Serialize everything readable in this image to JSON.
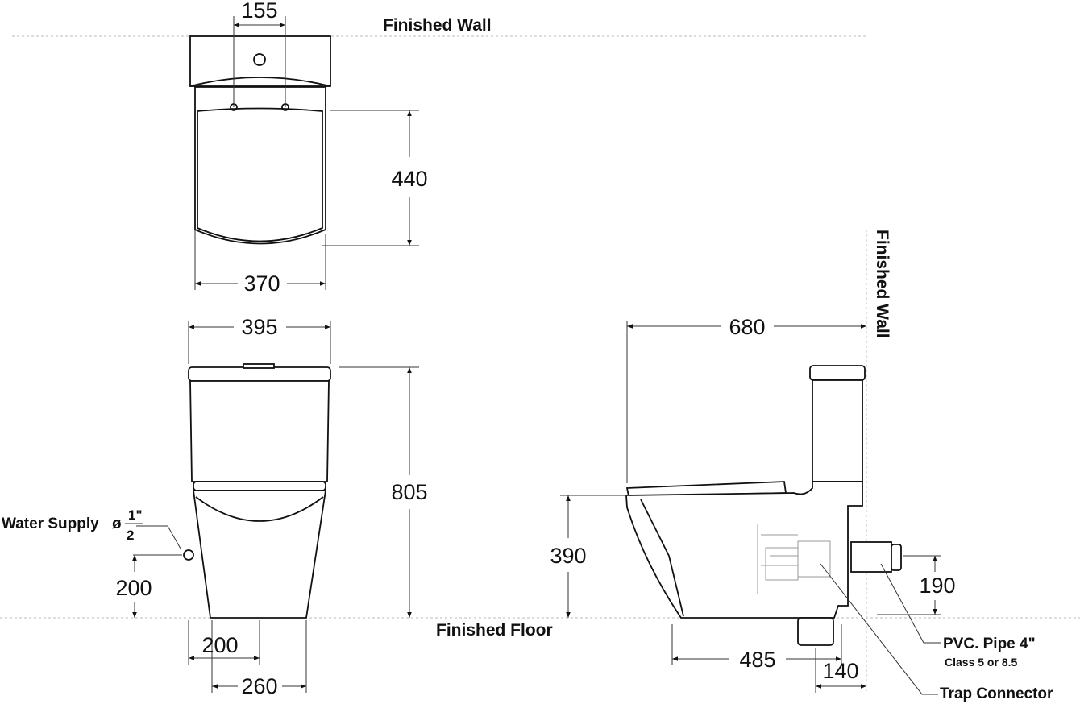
{
  "labels": {
    "finished_wall_top": "Finished Wall",
    "finished_wall_side": "Finished Wall",
    "finished_floor": "Finished Floor",
    "water_supply": "Water Supply",
    "water_supply_size_num": "1\"",
    "water_supply_size_den": "2",
    "pvc_pipe": "PVC. Pipe 4\"",
    "pvc_class": "Class 5 or 8.5",
    "trap_connector": "Trap Connector"
  },
  "dimensions": {
    "top_inlet_offset": "155",
    "top_seat_depth": "440",
    "top_seat_width": "370",
    "front_tank_width": "395",
    "front_total_height": "805",
    "front_supply_height": "200",
    "front_base_inner": "200",
    "front_base_outer": "260",
    "side_total_depth": "680",
    "side_seat_height": "390",
    "side_pipe_height": "190",
    "side_outlet_depth": "485",
    "side_wall_offset": "140"
  }
}
